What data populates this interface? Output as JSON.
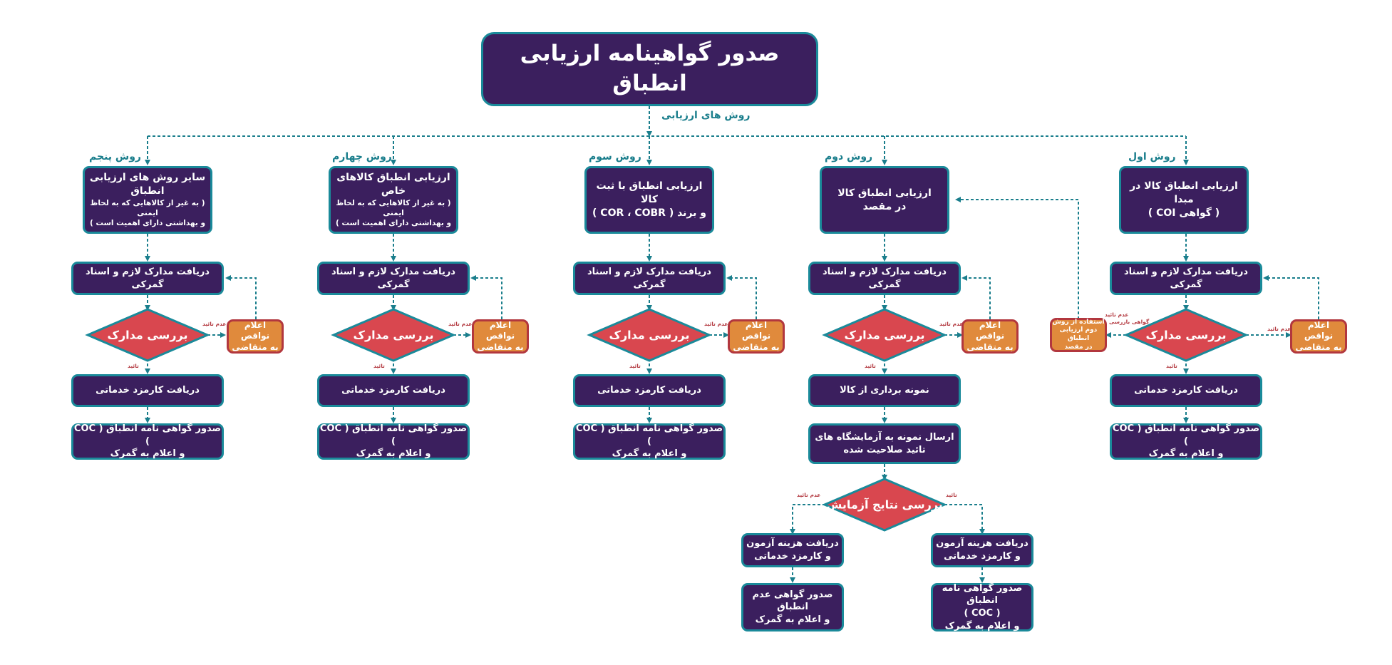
{
  "title": "صدور گواهینامه ارزیابی انطباق",
  "methods_label": "روش های ارزیابی",
  "colors": {
    "box_fill": "#3b1f5e",
    "box_border": "#1a8a9a",
    "diamond_fill": "#d9474f",
    "orange_fill": "#e08a3c",
    "connector": "#1a7e8c",
    "small_label": "#b2373e"
  },
  "common": {
    "receive_docs": "دریافت مدارک لازم و اسناد گمرکی",
    "review_docs": "بررسی مدارک",
    "deficiency_line1": "اعلام نواقص",
    "deficiency_line2": "به متقاضی",
    "not_approved": "عدم تائید",
    "approved": "تائید",
    "service_fee": "دریافت کارمزد خدماتی",
    "coc_line1": "صدور گواهی نامه انطباق ( COC )",
    "coc_line2": "و اعلام به گمرک"
  },
  "methods": {
    "m1": {
      "label": "روش اول",
      "title_line1": "ارزیابی انطباق کالا در مبدا",
      "title_line2": "( گواهی  COI )",
      "coc_line1": "صدور گواهی نامه انطباق ( COC )"
    },
    "m2": {
      "label": "روش دوم",
      "title_line1": "ارزیابی انطباق کالا",
      "title_line2": "در مقصد"
    },
    "m3": {
      "label": "روش سوم",
      "title_line1": "ارزیابی انطباق با ثبت کالا",
      "title_line2": "و برند  ( COR ، COBR )"
    },
    "m4": {
      "label": "روش چهارم",
      "title_line1": "ارزیابی انطباق کالاهای خاص",
      "title_line2": "( به غیر از کالاهایی که به لحاظ ایمنی",
      "title_line3": "و بهداشتی دارای اهمیت است )"
    },
    "m5": {
      "label": "روش پنجم",
      "title_line1": "سایر روش های ارزیابی انطباق",
      "title_line2": "( به غیر از کالاهایی که به لحاظ ایمنی",
      "title_line3": "و بهداشتی دارای اهمیت است )"
    }
  },
  "m1_alt": {
    "line1": "استفاده از روش",
    "line2": "دوم ارزیابی انطباق",
    "line3": "در مقصد",
    "note_line1": "عدم تائید",
    "note_line2": "گواهی بازرسی"
  },
  "m2_flow": {
    "sampling": "نمونه برداری از کالا",
    "send_lab_line1": "ارسال نمونه به آزمایشگاه های",
    "send_lab_line2": "تائید صلاحیت شده",
    "review_results": "بررسی نتایج آزمایش",
    "fee_line1": "دریافت هزینه آزمون",
    "fee_line2": "و کارمزد خدماتی",
    "nonconformity_line1": "صدور گواهی عدم انطباق",
    "nonconformity_line2": "و اعلام به گمرک",
    "coc_line1": "صدور گواهی نامه انطباق",
    "coc_line2": "( COC )",
    "coc_line3": "و اعلام به گمرک"
  }
}
